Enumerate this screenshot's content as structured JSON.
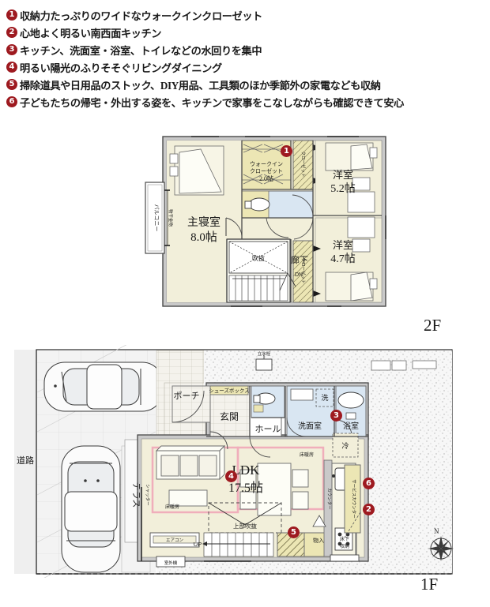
{
  "features": [
    {
      "num": "❶",
      "n": "1",
      "text": "収納力たっぷりのワイドなウォークインクローゼット"
    },
    {
      "num": "❷",
      "n": "2",
      "text": "心地よく明るい南西面キッチン"
    },
    {
      "num": "❸",
      "n": "3",
      "text": "キッチン、洗面室・浴室、トイレなどの水回りを集中"
    },
    {
      "num": "❹",
      "n": "4",
      "text": "明るい陽光のふりそそぐリビングダイニング"
    },
    {
      "num": "❺",
      "n": "5",
      "text": "掃除道具や日用品のストック、DIY用品、工具類のほか季節外の家電なども収納"
    },
    {
      "num": "❻",
      "n": "6",
      "text": "子どもたちの帰宅・外出する姿を、キッチンで家事をこなしながらも確認できて安心"
    }
  ],
  "floors": {
    "second": {
      "label": "2F",
      "rooms": {
        "master_bedroom": {
          "name": "主寝室",
          "size": "8.0帖"
        },
        "wic": {
          "name_line1": "ウォークイン",
          "name_line2": "クローゼット",
          "size": "2.0帖"
        },
        "bedroom_a": {
          "name": "洋室",
          "size": "5.2帖"
        },
        "bedroom_b": {
          "name": "洋室",
          "size": "4.7帖"
        },
        "corridor": {
          "name": "廊下"
        }
      },
      "labels": {
        "balcony": "バルコニー",
        "laundry_hardware": "物干金物",
        "closet": "クローゼット",
        "void": "吹抜",
        "down": "DN"
      }
    },
    "first": {
      "label": "1F",
      "rooms": {
        "ldk": {
          "name": "LDK",
          "size": "17.5帖"
        },
        "entrance": {
          "name": "玄関"
        },
        "hall": {
          "name": "ホール"
        },
        "washroom": {
          "name": "洗面室"
        },
        "bathroom": {
          "name": "浴室"
        },
        "porch": {
          "name": "ポーチ"
        },
        "terrace": {
          "name": "テラス"
        }
      },
      "labels": {
        "road": "道路",
        "shoe_box": "シューズボックス",
        "water_faucet": "立水栓",
        "washer": "洗",
        "fridge": "冷",
        "counter": "カウンター",
        "service_counter": "サービスカウンター",
        "floor_heating": "床暖房",
        "upper_void": "上部吹抜",
        "storage": "物入",
        "under_floor_storage_l1": "床下",
        "under_floor_storage_l2": "収納",
        "up": "UP",
        "shutter": "シャッター",
        "aircon": "エアコン",
        "outdoor_unit": "室外機",
        "north": "N"
      }
    }
  },
  "colors": {
    "room_fill": "#f2efda",
    "closet_fill": "#ece6b4",
    "water_fill": "#d9e6f2",
    "wall": "#b9b9b9",
    "wall_dark": "#555555",
    "marker_red": "#9e1a20",
    "heating_pink": "#f2c4cc",
    "ground": "#f6f6f6"
  }
}
